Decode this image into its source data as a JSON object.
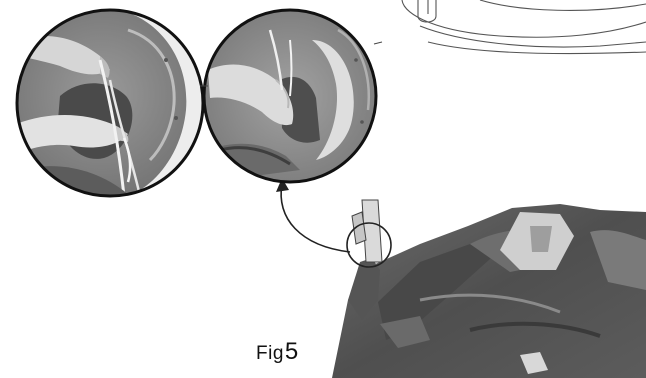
{
  "figure": {
    "label_prefix": "Fig",
    "label_number": "5"
  },
  "illustration": {
    "style": "grayscale instruction manual",
    "top_right_icon": "table-base-outline-icon",
    "left_circle_icon": "hands-untying-strap-icon",
    "right_circle_icon": "hands-pulling-strap-icon",
    "arrow_icon": "callout-arrow-icon",
    "bottom_icon": "cover-and-post-icon"
  }
}
